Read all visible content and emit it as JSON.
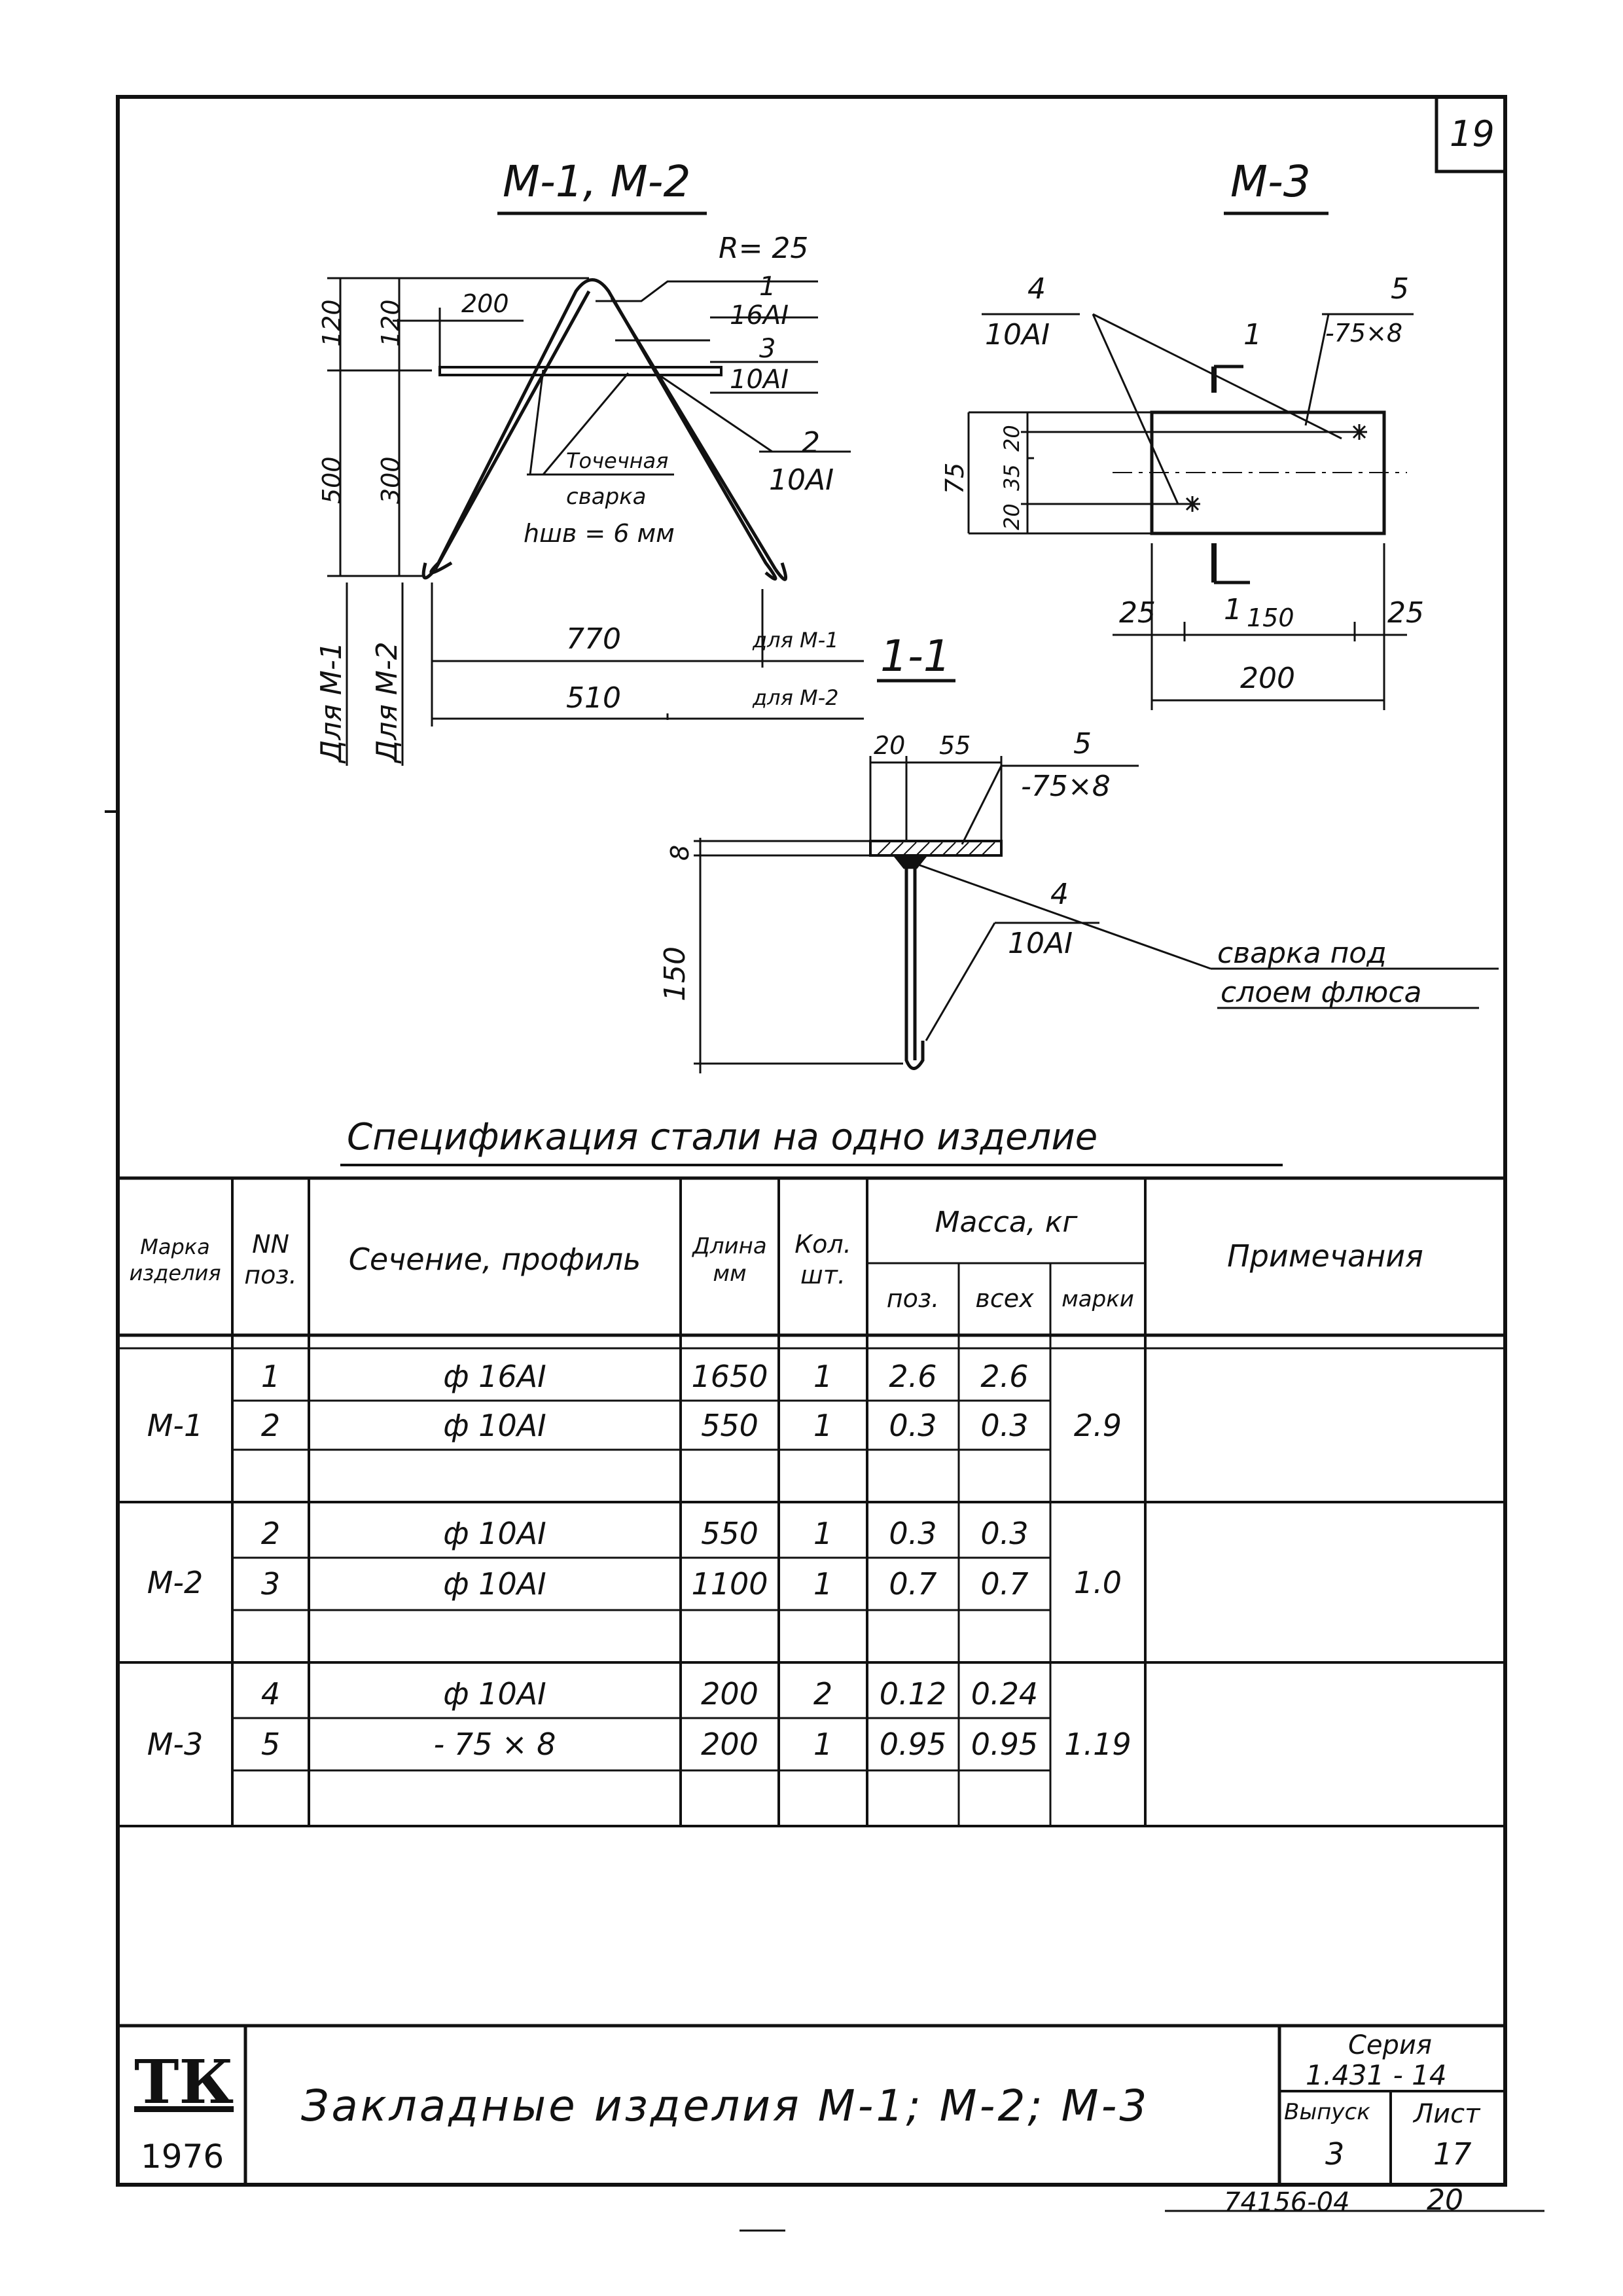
{
  "sheet_corner": "19",
  "drawings": {
    "m12": {
      "title": "М-1, М-2",
      "radius": "R= 25",
      "leader1": {
        "pos": "1",
        "profile": "16АI"
      },
      "leader3": {
        "pos": "3",
        "profile": "10АI"
      },
      "leader2": {
        "pos": "2",
        "profile": "10АI"
      },
      "dim_200": "200",
      "dim_120a": "120",
      "dim_120b": "120",
      "dim_500": "500",
      "dim_300": "300",
      "weld_label1": "Точечная",
      "weld_label2": "сварка",
      "weld_label3": "hшв = 6 мм",
      "dim_770": "770",
      "dim_510": "510",
      "for_m1": "для М-1",
      "for_m2": "для М-2",
      "vert_for_m1": "Для М-1",
      "vert_for_m2": "Для М-2"
    },
    "m3": {
      "title": "М-3",
      "leader4": {
        "pos": "4",
        "profile": "10АI"
      },
      "leader5": {
        "pos": "5",
        "profile": "-75×8"
      },
      "section_mark": "1",
      "dim_75": "75",
      "dim_20a": "20",
      "dim_35": "35",
      "dim_20b": "20",
      "dim_25a": "25",
      "dim_150": "150",
      "dim_25b": "25",
      "dim_200": "200"
    },
    "sec11": {
      "title": "1-1",
      "dim_20": "20",
      "dim_55": "55",
      "leader5": {
        "pos": "5",
        "profile": "-75×8"
      },
      "dim_8": "8",
      "leader4": {
        "pos": "4",
        "profile": "10АI"
      },
      "dim_150": "150",
      "weld1": "сварка под",
      "weld2": "слоем флюса"
    }
  },
  "spec": {
    "title": "Спецификация стали на одно изделие",
    "headers": {
      "mark": "Марка изделия",
      "pos": "NN поз.",
      "section": "Сечение, профиль",
      "length": "Длина мм",
      "qty": "Кол. шт.",
      "mass": "Масса, кг",
      "mass_pos": "поз.",
      "mass_all": "всех",
      "mass_mark": "марки",
      "notes": "Примечания"
    },
    "groups": [
      {
        "mark": "М-1",
        "mark_mass": "2.9",
        "rows": [
          {
            "pos": "1",
            "section": "ф 16АI",
            "length": "1650",
            "qty": "1",
            "mpos": "2.6",
            "mall": "2.6"
          },
          {
            "pos": "2",
            "section": "ф 10АI",
            "length": "550",
            "qty": "1",
            "mpos": "0.3",
            "mall": "0.3"
          }
        ]
      },
      {
        "mark": "М-2",
        "mark_mass": "1.0",
        "rows": [
          {
            "pos": "2",
            "section": "ф 10АI",
            "length": "550",
            "qty": "1",
            "mpos": "0.3",
            "mall": "0.3"
          },
          {
            "pos": "3",
            "section": "ф 10АI",
            "length": "1100",
            "qty": "1",
            "mpos": "0.7",
            "mall": "0.7"
          }
        ]
      },
      {
        "mark": "М-3",
        "mark_mass": "1.19",
        "rows": [
          {
            "pos": "4",
            "section": "ф 10АI",
            "length": "200",
            "qty": "2",
            "mpos": "0.12",
            "mall": "0.24"
          },
          {
            "pos": "5",
            "section": "- 75 × 8",
            "length": "200",
            "qty": "1",
            "mpos": "0.95",
            "mall": "0.95"
          }
        ]
      }
    ]
  },
  "title_block": {
    "logo": "ТК",
    "year": "1976",
    "name": "Закладные изделия М-1; М-2; М-3",
    "series_label": "Серия",
    "series_value": "1.431 - 14",
    "issue_label": "Выпуск",
    "issue_value": "3",
    "sheet_label": "Лист",
    "sheet_value": "17"
  },
  "footer_code": "74156-04",
  "footer_page": "20"
}
